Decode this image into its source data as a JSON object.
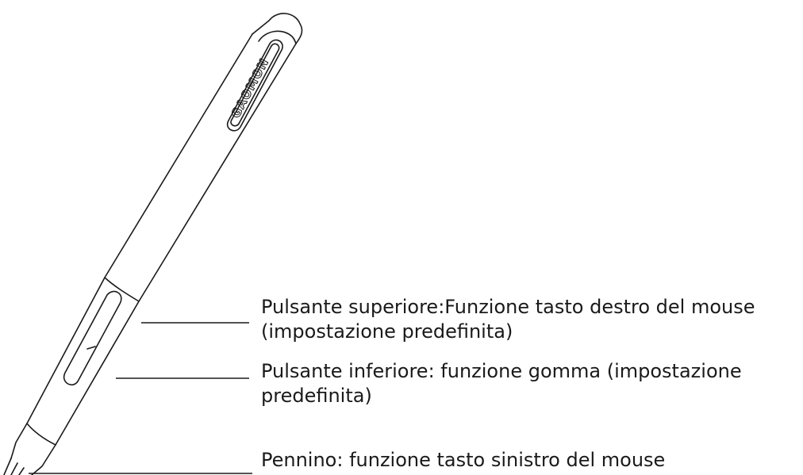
{
  "brand": {
    "logo_text": "GAOMON"
  },
  "callouts": {
    "upper_button": {
      "line1": "Pulsante superiore:Funzione tasto destro del mouse",
      "line2": "(impostazione predefinita)"
    },
    "lower_button": {
      "line1": "Pulsante inferiore: funzione gomma (impostazione",
      "line2": "predefinita)"
    },
    "nib": {
      "line1": "Pennino: funzione tasto sinistro del mouse"
    }
  },
  "colors": {
    "stroke": "#1a1a1a",
    "background": "#ffffff"
  }
}
